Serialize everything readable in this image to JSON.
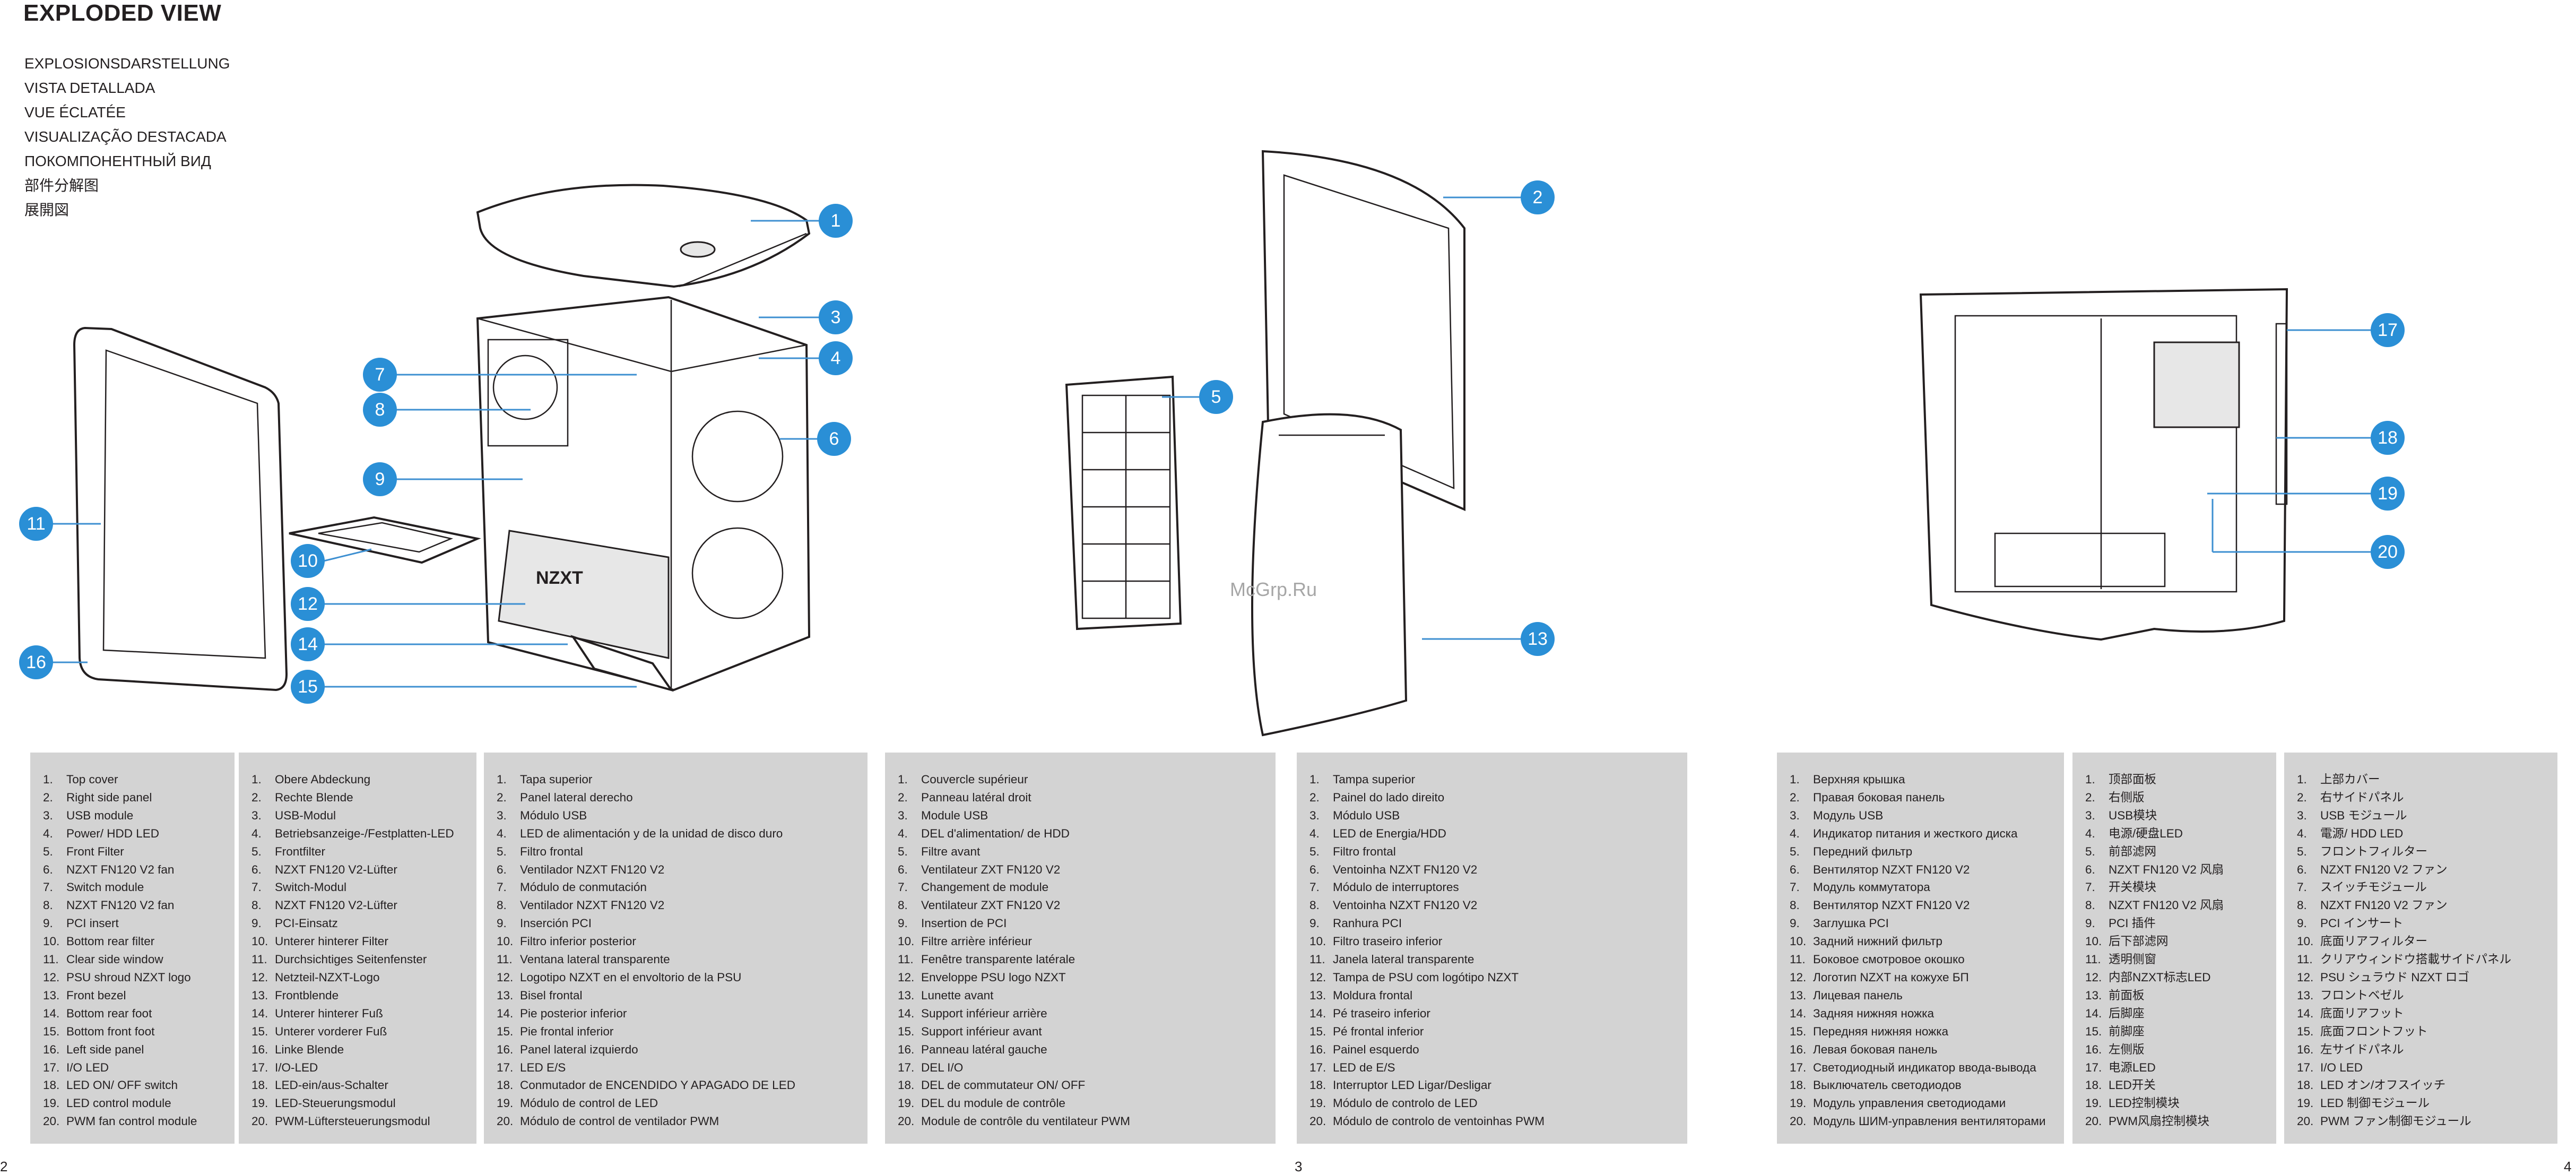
{
  "header": {
    "title": "EXPLODED VIEW",
    "subtitles": [
      "EXPLOSIONSDARSTELLUNG",
      "VISTA DETALLADA",
      "VUE ÉCLATÉE",
      "VISUALIZAÇÃO DESTACADA",
      "ПОКОМПОНЕНТНЫЙ ВИД",
      "部件分解图",
      "展開図"
    ]
  },
  "watermark": "McGrp.Ru",
  "pages": [
    "2",
    "3",
    "4"
  ],
  "callouts": [
    "1",
    "2",
    "3",
    "4",
    "5",
    "6",
    "7",
    "8",
    "9",
    "10",
    "11",
    "12",
    "13",
    "14",
    "15",
    "16",
    "17",
    "18",
    "19",
    "20"
  ],
  "legends": [
    {
      "lang": "en",
      "items": [
        "Top cover",
        "Right side panel",
        "USB module",
        "Power/ HDD LED",
        "Front Filter",
        "NZXT FN120 V2 fan",
        "Switch module",
        "NZXT FN120 V2 fan",
        "PCI insert",
        "Bottom rear filter",
        "Clear side window",
        "PSU shroud NZXT logo",
        "Front bezel",
        "Bottom rear foot",
        "Bottom front foot",
        "Left side panel",
        "I/O LED",
        "LED ON/ OFF switch",
        "LED control module",
        "PWM fan control module"
      ]
    },
    {
      "lang": "de",
      "items": [
        "Obere Abdeckung",
        "Rechte Blende",
        "USB-Modul",
        "Betriebsanzeige-/Festplatten-LED",
        "Frontfilter",
        "NZXT  FN120 V2-Lüfter",
        "Switch-Modul",
        "NZXT FN120 V2-Lüfter",
        "PCI-Einsatz",
        "Unterer hinterer Filter",
        "Durchsichtiges Seitenfenster",
        "Netzteil-NZXT-Logo",
        "Frontblende",
        "Unterer hinterer Fuß",
        "Unterer vorderer Fuß",
        "Linke Blende",
        "I/O-LED",
        "LED-ein/aus-Schalter",
        "LED-Steuerungsmodul",
        "PWM-Lüftersteuerungsmodul"
      ]
    },
    {
      "lang": "es",
      "items": [
        "Tapa superior",
        "Panel lateral derecho",
        "Módulo USB",
        "LED de alimentación y de la unidad de disco duro",
        "Filtro frontal",
        "Ventilador NZXT FN120 V2",
        "Módulo de conmutación",
        "Ventilador NZXT FN120 V2",
        "Inserción PCI",
        "Filtro inferior posterior",
        "Ventana lateral transparente",
        "Logotipo NZXT en el envoltorio de la PSU",
        "Bisel frontal",
        "Pie posterior inferior",
        "Pie frontal inferior",
        "Panel lateral izquierdo",
        "LED E/S",
        "Conmutador de ENCENDIDO Y APAGADO DE LED",
        "Módulo de control de LED",
        "Módulo de control de ventilador PWM"
      ]
    },
    {
      "lang": "fr",
      "items": [
        "Couvercle supérieur",
        "Panneau latéral droit",
        "Module USB",
        "DEL d'alimentation/ de HDD",
        "Filtre avant",
        "Ventilateur ZXT FN120 V2",
        "Changement de module",
        "Ventilateur ZXT FN120 V2",
        "Insertion de PCI",
        "Filtre arrière inférieur",
        "Fenêtre transparente latérale",
        "Enveloppe PSU logo NZXT",
        "Lunette avant",
        "Support inférieur arrière",
        "Support inférieur avant",
        "Panneau latéral gauche",
        "DEL I/O",
        "DEL de commutateur ON/ OFF",
        "DEL du module de contrôle",
        "Module de contrôle du ventilateur PWM"
      ]
    },
    {
      "lang": "pt",
      "items": [
        "Tampa superior",
        "Painel do lado direito",
        "Módulo USB",
        "LED de Energia/HDD",
        "Filtro frontal",
        "Ventoinha NZXT FN120 V2",
        "Módulo de interruptores",
        "Ventoinha NZXT FN120 V2",
        "Ranhura PCI",
        "Filtro traseiro inferior",
        "Janela lateral transparente",
        "Tampa de PSU com logótipo NZXT",
        "Moldura frontal",
        "Pé traseiro inferior",
        "Pé frontal inferior",
        "Painel esquerdo",
        "LED de E/S",
        "Interruptor LED Ligar/Desligar",
        "Módulo de controlo de LED",
        "Módulo de controlo de ventoinhas PWM"
      ]
    },
    {
      "lang": "ru",
      "items": [
        "Верхняя крышка",
        "Правая боковая панель",
        "Модуль USB",
        "Индикатор питания и жесткого диска",
        "Передний фильтр",
        "Вентилятор NZXT FN120 V2",
        "Модуль коммутатора",
        "Вентилятор NZXT FN120 V2",
        "Заглушка PCI",
        "Задний нижний фильтр",
        "Боковое смотровое окошко",
        "Логотип NZXT на кожухе БП",
        "Лицевая панель",
        "Задняя нижняя ножка",
        "Передняя нижняя ножка",
        "Левая боковая панель",
        "Светодиодный индикатор ввода-вывода",
        "Выключатель светодиодов",
        "Модуль управления светодиодами",
        "Модуль ШИМ-управления вентиляторами"
      ]
    },
    {
      "lang": "zh",
      "items": [
        "顶部面板",
        "右侧版",
        "USB模块",
        "电源/硬盘LED",
        "前部滤网",
        "NZXT FN120 V2 风扇",
        "开关模块",
        "NZXT FN120 V2 风扇",
        "PCI 插件",
        "后下部滤网",
        "透明侧窗",
        "内部NZXT标志LED",
        "前面板",
        "后脚座",
        "前脚座",
        "左侧版",
        "电源LED",
        "LED开关",
        "LED控制模块",
        "PWM风扇控制模块"
      ]
    },
    {
      "lang": "ja",
      "items": [
        "上部カバー",
        "右サイドパネル",
        "USB モジュール",
        "電源/ HDD LED",
        "フロントフィルター",
        "NZXT FN120 V2 ファン",
        "スイッチモジュール",
        "NZXT FN120 V2 ファン",
        "PCI インサート",
        "底面リアフィルター",
        "クリアウィンドウ搭載サイドパネル",
        "PSU シュラウド NZXT ロゴ",
        "フロントベゼル",
        "底面リアフット",
        "底面フロントフット",
        "左サイドパネル",
        "I/O LED",
        "LED オン/オフスイッチ",
        "LED 制御モジュール",
        "PWM ファン制御モジュール"
      ]
    }
  ]
}
